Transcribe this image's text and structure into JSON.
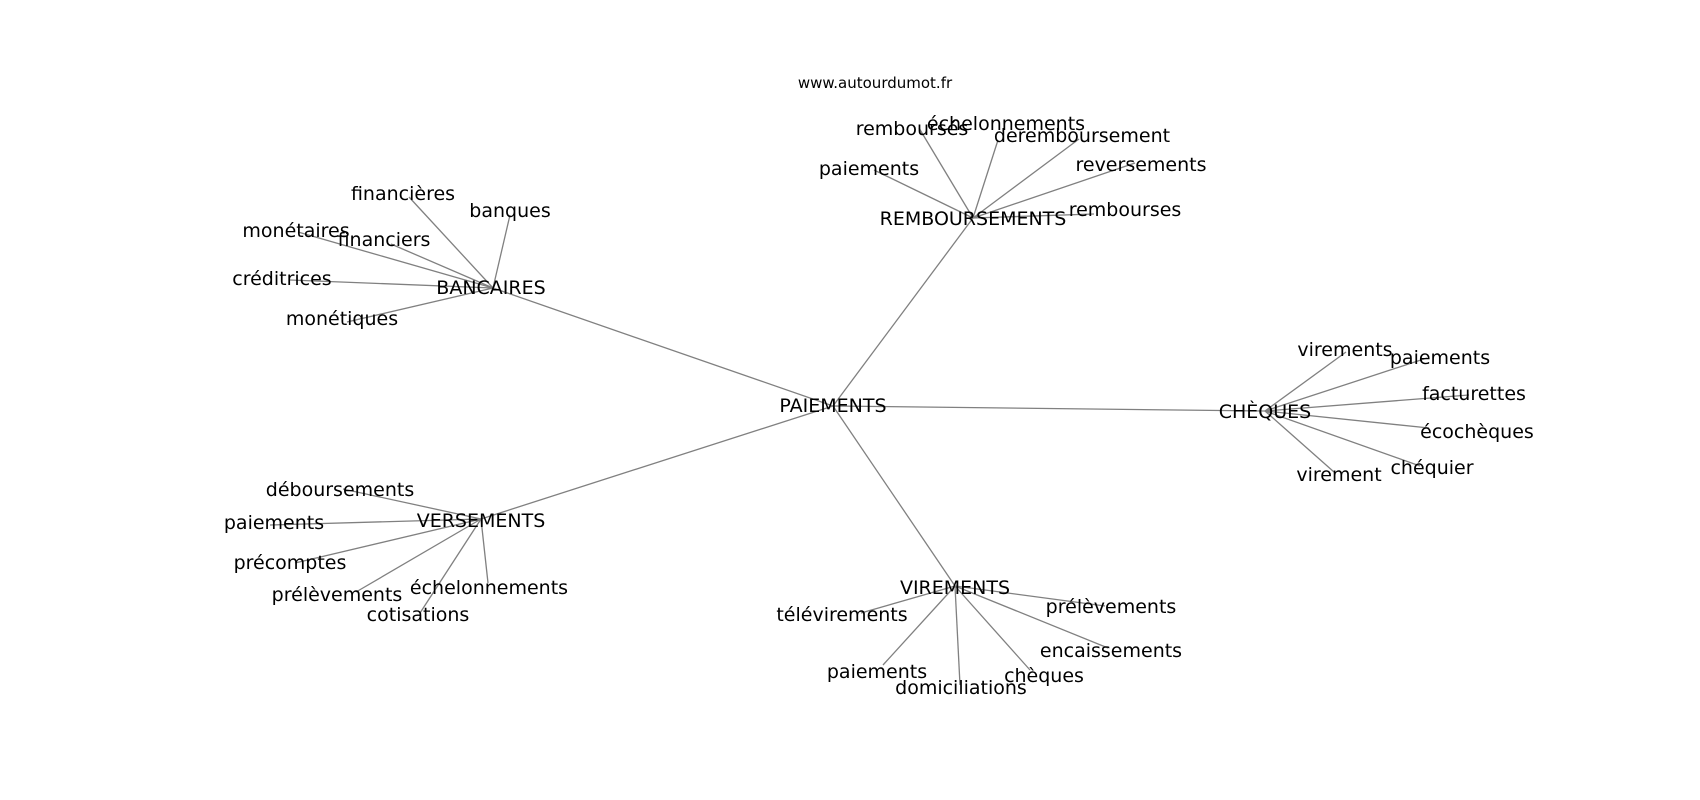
{
  "source": "www.autourdumot.fr",
  "center": "PAIEMENTS",
  "clusters": [
    {
      "hub": "REMBOURSEMENTS",
      "words": [
        "remboursés",
        "échelonnements",
        "deremboursement",
        "paiements",
        "reversements",
        "rembourses"
      ]
    },
    {
      "hub": "BANCAIRES",
      "words": [
        "financières",
        "banques",
        "monétaires",
        "financiers",
        "créditrices",
        "monétiques"
      ]
    },
    {
      "hub": "CHÈQUES",
      "words": [
        "virements",
        "paiements",
        "facturettes",
        "écochèques",
        "chéquier",
        "virement"
      ]
    },
    {
      "hub": "VERSEMENTS",
      "words": [
        "déboursements",
        "paiements",
        "précomptes",
        "prélèvements",
        "échelonnements",
        "cotisations"
      ]
    },
    {
      "hub": "VIREMENTS",
      "words": [
        "télévirements",
        "prélèvements",
        "encaissements",
        "paiements",
        "domiciliations",
        "chèques"
      ]
    }
  ]
}
